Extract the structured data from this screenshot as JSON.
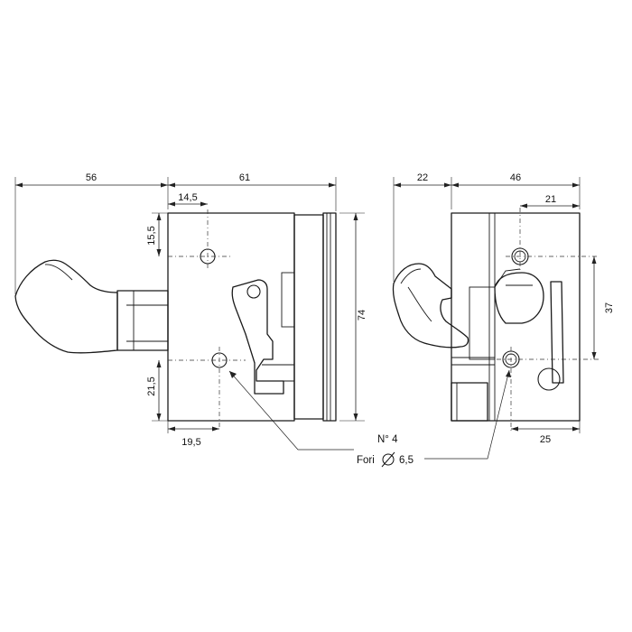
{
  "left_view": {
    "dim_handle_length": "56",
    "dim_body_width": "61",
    "dim_hole_offset_top": "14,5",
    "dim_hole_offset_vertical_top": "15,5",
    "dim_hole_offset_vertical_bottom": "21,5",
    "dim_hole_offset_bottom": "19,5",
    "dim_height": "74"
  },
  "right_view": {
    "dim_handle_length": "22",
    "dim_body_width": "46",
    "dim_hole_offset_top": "21",
    "dim_hole_spacing": "37",
    "dim_hole_offset_bottom": "25"
  },
  "note": {
    "count": "N° 4",
    "holes_label": "Fori",
    "diameter_symbol": "⌀",
    "diameter": "6,5"
  }
}
